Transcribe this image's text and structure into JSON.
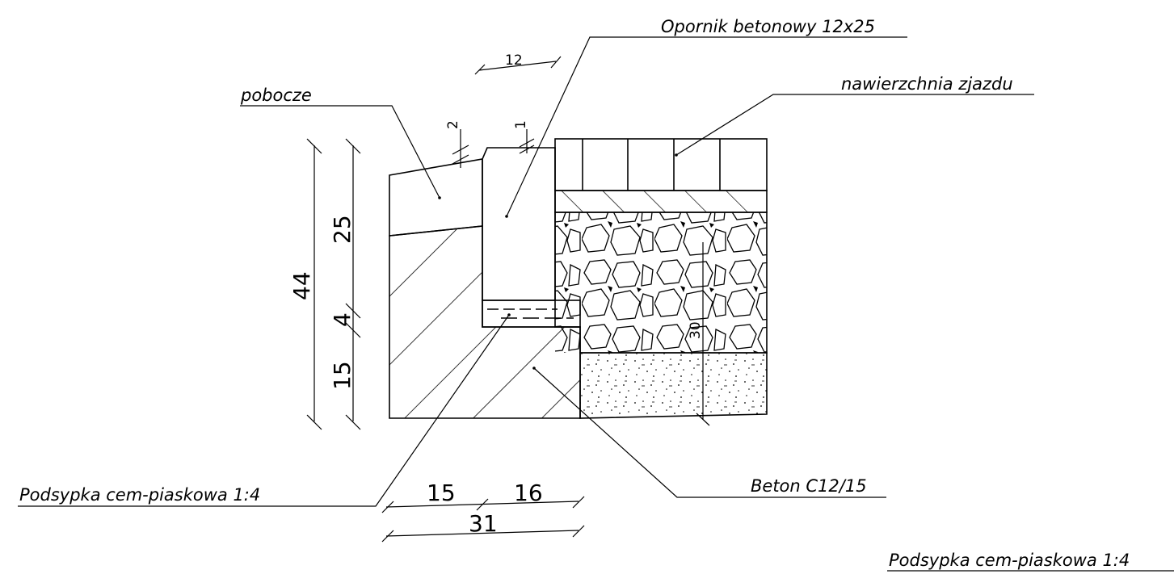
{
  "labels": {
    "opornik": "Opornik betonowy 12x25",
    "nawierzchnia": "nawierzchnia zjazdu",
    "pobocze": "pobocze",
    "podsypka": "Podsypka cem-piaskowa 1:4",
    "beton": "Beton C12/15",
    "podsypka_bottom": "Podsypka cem-piaskowa 1:4"
  },
  "dimensions": {
    "top_width": "12",
    "offset_2": "2",
    "offset_1": "1",
    "total_height": "44",
    "curb_height": "25",
    "bedding_height": "4",
    "foundation_height": "15",
    "sub_base": "30",
    "bottom_left": "15",
    "bottom_right": "16",
    "bottom_total": "31"
  }
}
